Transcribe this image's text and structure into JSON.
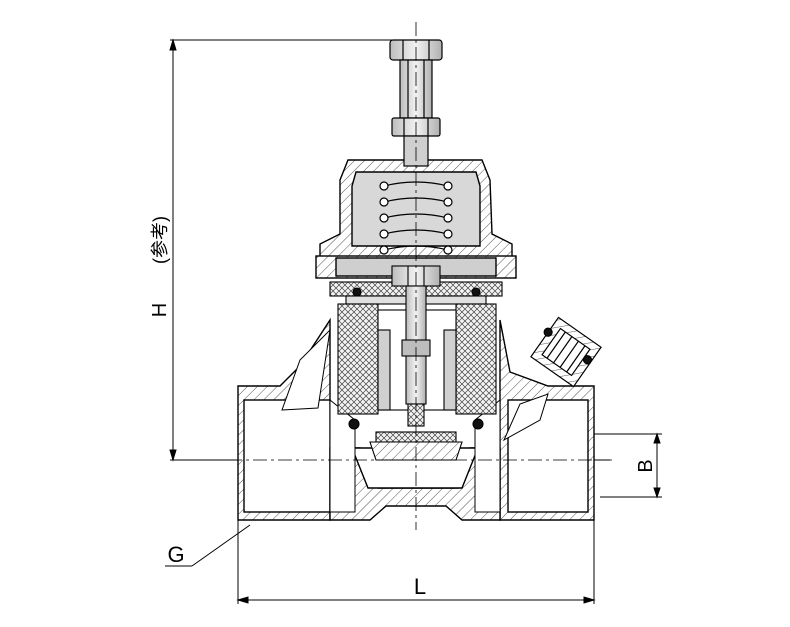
{
  "drawing": {
    "title": "",
    "dimensions": {
      "height_label": "H",
      "height_note": "(参考)",
      "length_label": "L",
      "offset_label": "B",
      "thread_label": "G"
    }
  },
  "colors": {
    "line": "#000000",
    "shade": "#d0d0d0",
    "hatch": "#555555",
    "background": "#ffffff"
  }
}
